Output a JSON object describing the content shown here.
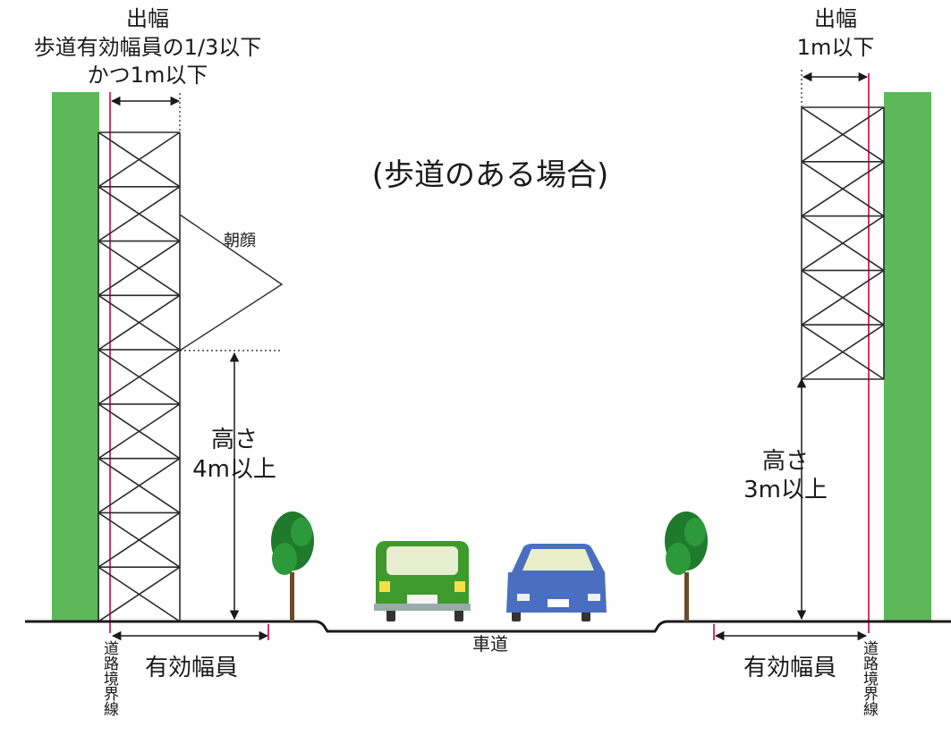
{
  "title": "(歩道のある場合)",
  "left": {
    "overhang_label": [
      "出幅",
      "歩道有効幅員の1/3以下",
      "かつ1m以下"
    ],
    "asagao_label": "朝顔",
    "height_label": [
      "高さ",
      "4m以上"
    ],
    "effective_width_label": "有効幅員",
    "boundary_label": "道路境界線"
  },
  "right": {
    "overhang_label": [
      "出幅",
      "1m以下"
    ],
    "height_label": [
      "高さ",
      "3m以上"
    ],
    "effective_width_label": "有効幅員",
    "boundary_label": "道路境界線"
  },
  "roadway_label": "車道",
  "colors": {
    "building": "#5db85a",
    "boundary_line": "#d6336c",
    "scaffold": "#2b2b2b",
    "ground": "#1a1a1a",
    "tree_foliage": "#1f7a2c",
    "car_green": "#3f9a2e",
    "car_blue": "#4a6fc0"
  }
}
